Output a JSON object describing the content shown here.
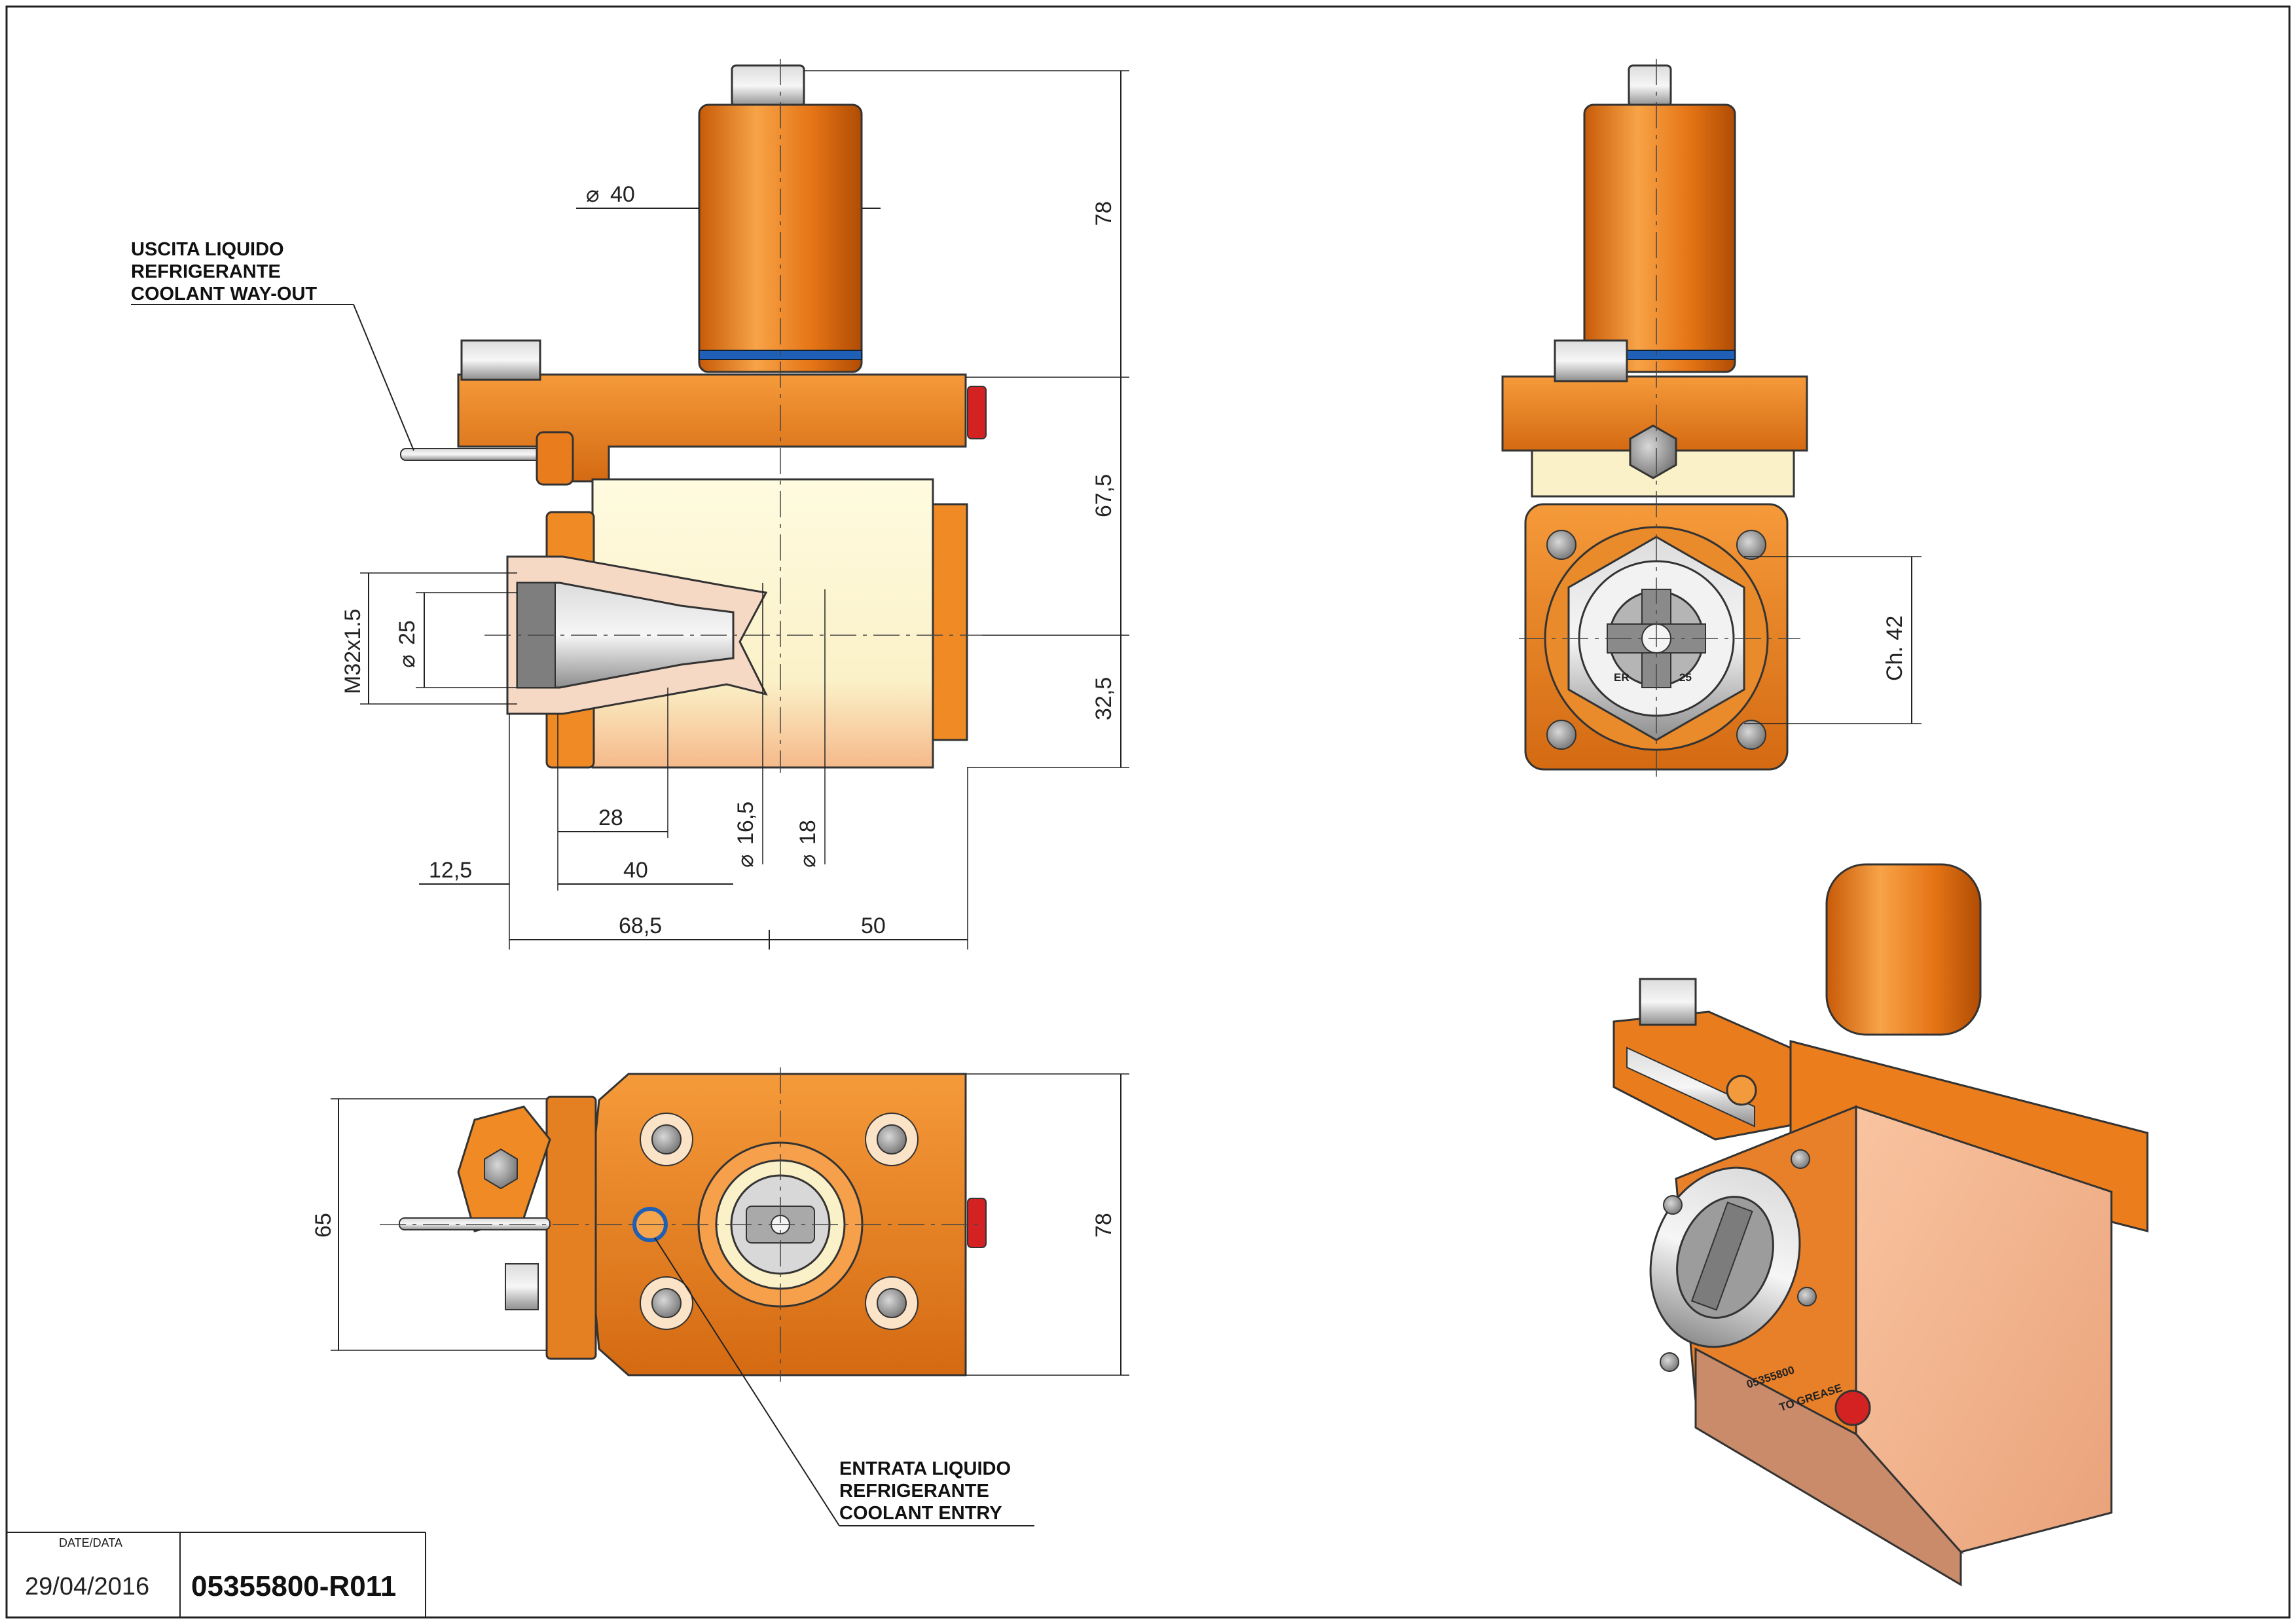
{
  "drawing": {
    "notes": {
      "coolant_out": [
        "USCITA LIQUIDO",
        "REFRIGERANTE",
        "COOLANT WAY-OUT"
      ],
      "coolant_in": [
        "ENTRATA LIQUIDO",
        "REFRIGERANTE",
        "COOLANT ENTRY"
      ]
    },
    "dimensions": {
      "dia_40": "40",
      "h_78": "78",
      "h_67_5": "67,5",
      "h_32_5": "32,5",
      "thread": "M32x1.5",
      "dia_25": "25",
      "d_28": "28",
      "d_40": "40",
      "d_12_5": "12,5",
      "dia_16_5": "16,5",
      "dia_18": "18",
      "d_68_5": "68,5",
      "d_50": "50",
      "d_65": "65",
      "d_78b": "78",
      "ch_42": "Ch. 42"
    },
    "nut_marks": [
      "ER",
      "25"
    ],
    "iso_marks": [
      "05355800",
      "TO GREASE"
    ]
  },
  "title_block": {
    "date_label": "DATE/DATA",
    "date": "29/04/2016",
    "code": "05355800-R011"
  },
  "colors": {
    "orange": "#f08a24",
    "orange_dark": "#c8620c",
    "cream": "#fbf6d2",
    "steel": "#b8b8b8",
    "outline": "#2a2a2a"
  }
}
